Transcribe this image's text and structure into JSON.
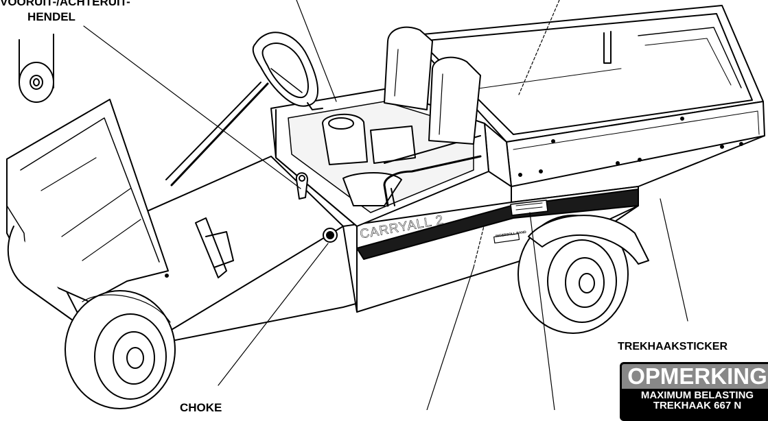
{
  "labels": {
    "forward_reverse_line1": "VOORUIT-/ACHTERUIT-",
    "forward_reverse_line2": "HENDEL",
    "choke": "CHOKE",
    "hitch_sticker": "TREKHAAKSTICKER"
  },
  "sticker": {
    "header": "OPMERKING",
    "line1": "MAXIMUM BELASTING",
    "line2": "TREKHAAK 667 N"
  },
  "vehicle": {
    "badge": "CARRYALL 2",
    "brand_plate": "INGERSOLL RAND"
  },
  "colors": {
    "line": "#000000",
    "background": "#ffffff",
    "sticker_header": "#888888",
    "stripe": "#1a1a1a"
  }
}
